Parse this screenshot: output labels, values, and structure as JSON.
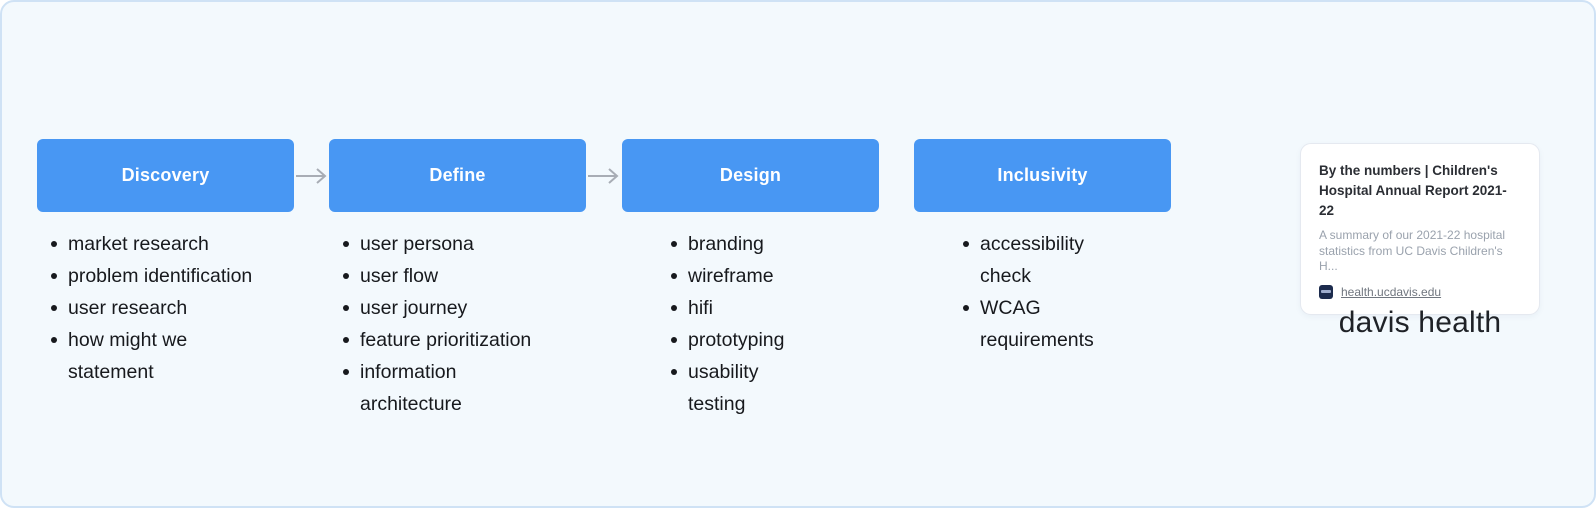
{
  "board": {
    "background_color": "#f3f9fd",
    "border_color": "#cfe2f5"
  },
  "flow": {
    "box_color": "#4897f3",
    "box_text_color": "#ffffff",
    "arrow_color": "#a8adb5",
    "arrow_icon": "arrow-right",
    "stages": [
      {
        "label": "Discovery",
        "items": [
          "market research",
          "problem identification",
          "user research",
          "how might we\nstatement"
        ]
      },
      {
        "label": "Define",
        "items": [
          "user persona",
          "user flow",
          "user journey",
          "feature prioritization",
          "information\narchitecture"
        ]
      },
      {
        "label": "Design",
        "items": [
          "branding",
          "wireframe",
          "hifi",
          "prototyping",
          "usability\ntesting"
        ]
      },
      {
        "label": "Inclusivity",
        "items": [
          "accessibility\ncheck",
          "WCAG\nrequirements"
        ]
      }
    ]
  },
  "link_card": {
    "title": "By the numbers | Children's\nHospital Annual Report 2021-22",
    "description": "A summary of our 2021-22 hospital\nstatistics from UC Davis Children's H...",
    "url": "health.ucdavis.edu",
    "favicon": "ucdavis-health-logo",
    "favicon_color": "#1c2b4d"
  },
  "brand": {
    "wordmark": "davis health",
    "text_color": "#1f2227"
  }
}
